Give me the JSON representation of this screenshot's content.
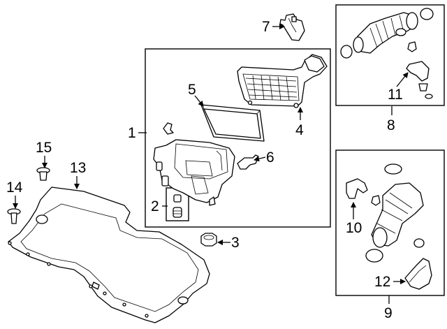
{
  "callouts": {
    "c1": "1",
    "c2": "2",
    "c3": "3",
    "c4": "4",
    "c5": "5",
    "c6": "6",
    "c7": "7",
    "c8": "8",
    "c9": "9",
    "c10": "10",
    "c11": "11",
    "c12": "12",
    "c13": "13",
    "c14": "14",
    "c15": "15"
  },
  "colors": {
    "line": "#000000",
    "background": "#ffffff",
    "shade": "#d8d8d8"
  }
}
